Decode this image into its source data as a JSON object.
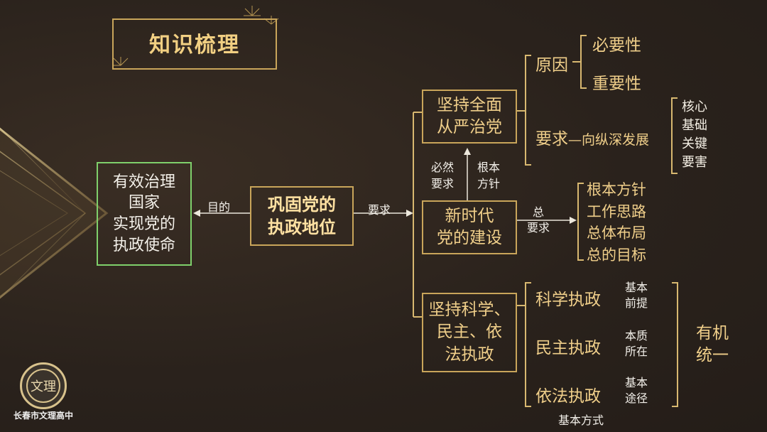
{
  "title": "知识梳理",
  "nodes": {
    "purpose": [
      "有效治理",
      "国家",
      "实现党的",
      "执政使命"
    ],
    "center": [
      "巩固党的",
      "执政地位"
    ],
    "strict": [
      "坚持全面",
      "从严治党"
    ],
    "new_era": [
      "新时代",
      "党的建设"
    ],
    "governance": [
      "坚持科学、",
      "民主、依",
      "法执政"
    ]
  },
  "edges": {
    "purpose": "目的",
    "requires": "要求",
    "inevitable": [
      "必然",
      "要求"
    ],
    "guideline": [
      "根本",
      "方针"
    ],
    "overall": [
      "总",
      "要求"
    ]
  },
  "strict_branch": {
    "reason": "原因",
    "reasons": [
      "必要性",
      "重要性"
    ],
    "requirement": "要求",
    "direction": "—向纵深发展",
    "aspects": [
      "核心",
      "基础",
      "关键",
      "要害"
    ]
  },
  "new_era_items": [
    "根本方针",
    "工作思路",
    "总体布局",
    "总的目标"
  ],
  "governance_branch": {
    "items": [
      {
        "name": "科学执政",
        "note": [
          "基本",
          "前提"
        ]
      },
      {
        "name": "民主执政",
        "note": [
          "本质",
          "所在"
        ]
      },
      {
        "name": "依法执政",
        "note": [
          "基本",
          "途径"
        ]
      }
    ],
    "unity": [
      "有机",
      "统一"
    ],
    "basic_way": "基本方式"
  },
  "school": "长春市文理高中",
  "logo_text": "文理"
}
